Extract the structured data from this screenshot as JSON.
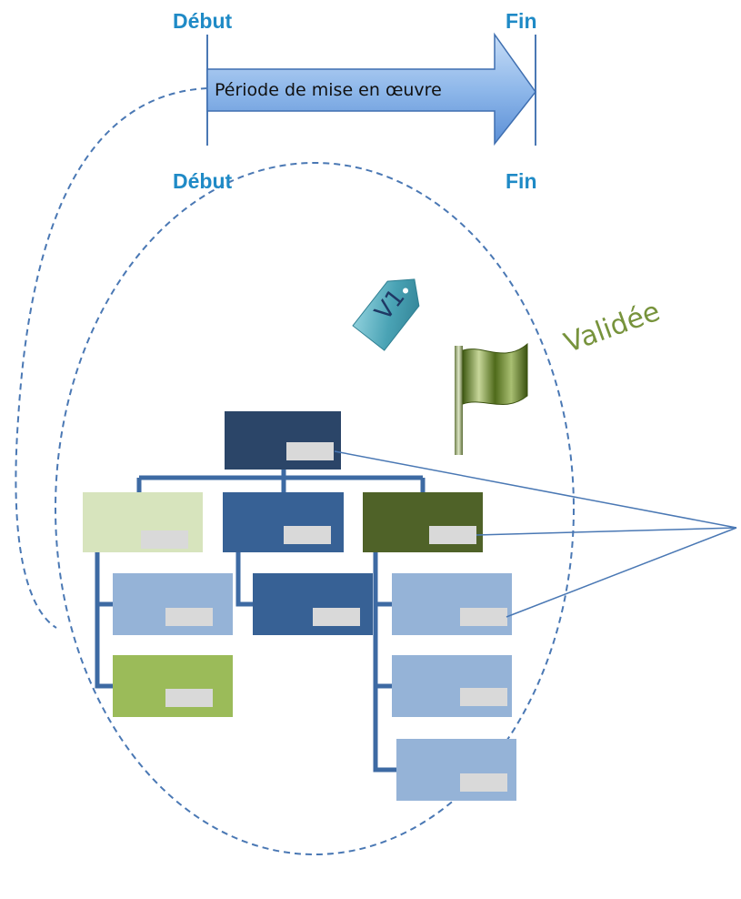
{
  "timeline": {
    "top_start": "Début",
    "top_end": "Fin",
    "bottom_start": "Début",
    "bottom_end": "Fin",
    "arrow_label": "Période de mise en œuvre"
  },
  "tag": {
    "label": "V1"
  },
  "status": {
    "label": "Validée"
  },
  "colors": {
    "label_blue": "#1f8ac6",
    "arrow_fill": "#8fb8ea",
    "dash": "#4a78b4",
    "connector": "#3d6aa3",
    "root": "#2b4568",
    "mid_blue": "#376195",
    "dark_green": "#4f6228",
    "pale_green": "#d7e4bd",
    "light_green": "#9bbb59",
    "light_blue": "#95b3d7",
    "placeholder": "#d9d9d9",
    "status_green": "#77933c",
    "tag_teal": "#4aa3b5"
  },
  "org_chart": {
    "boxes": [
      {
        "name": "org-box-root",
        "role": "root",
        "color": "root"
      },
      {
        "name": "org-box-left",
        "role": "level-1",
        "color": "pale_green"
      },
      {
        "name": "org-box-center",
        "role": "level-1",
        "color": "mid_blue"
      },
      {
        "name": "org-box-right",
        "role": "level-1",
        "color": "dark_green"
      },
      {
        "name": "org-box-left-child-1",
        "role": "level-2",
        "color": "light_blue"
      },
      {
        "name": "org-box-left-child-2",
        "role": "level-2",
        "color": "light_green"
      },
      {
        "name": "org-box-center-child-1",
        "role": "level-2",
        "color": "mid_blue"
      },
      {
        "name": "org-box-right-child-1",
        "role": "level-2",
        "color": "light_blue"
      },
      {
        "name": "org-box-right-child-2",
        "role": "level-2",
        "color": "light_blue"
      },
      {
        "name": "org-box-right-child-3",
        "role": "level-2",
        "color": "light_blue"
      }
    ]
  }
}
